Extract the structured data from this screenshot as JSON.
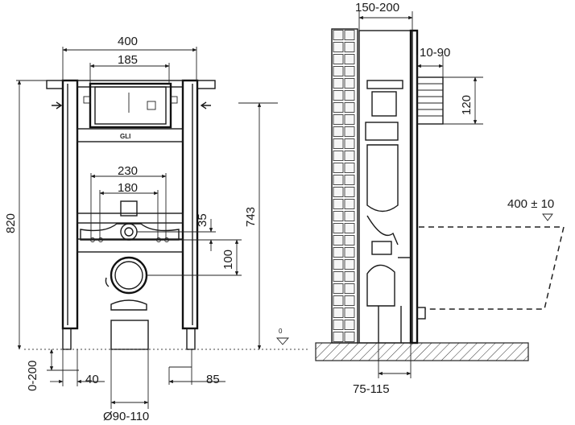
{
  "front_view": {
    "brand": "GLI",
    "dims": {
      "frame_width": "400",
      "flush_plate_width": "185",
      "frame_height": "820",
      "pan_bolt_spacing_outer": "230",
      "pan_bolt_spacing_inner": "180",
      "bolt_offset": "35",
      "outlet_offset": "100",
      "outlet_height": "743",
      "foot_adjust": "0-200",
      "foot_left": "40",
      "foot_right": "85",
      "drain_diameter": "Ø90-110"
    }
  },
  "side_view": {
    "dims": {
      "wall_distance": "150-200",
      "wall_gap": "10-90",
      "box_height": "120",
      "seat_height": "400 ± 10",
      "floor_outlet": "75-115"
    }
  },
  "colors": {
    "ink": "#1a1a1a",
    "background": "#ffffff"
  }
}
